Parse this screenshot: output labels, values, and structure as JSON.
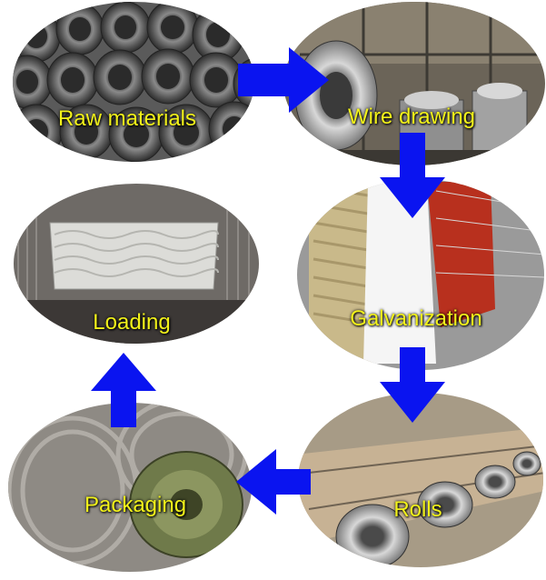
{
  "steps": [
    {
      "id": "raw",
      "label": "Raw materials"
    },
    {
      "id": "wire",
      "label": "Wire drawing"
    },
    {
      "id": "galv",
      "label": "Galvanization"
    },
    {
      "id": "rolls",
      "label": "Rolls"
    },
    {
      "id": "pack",
      "label": "Packaging"
    },
    {
      "id": "load",
      "label": "Loading"
    }
  ],
  "colors": {
    "arrow": "#0a14f0",
    "label": "#f2f21a",
    "background": "#ffffff"
  }
}
